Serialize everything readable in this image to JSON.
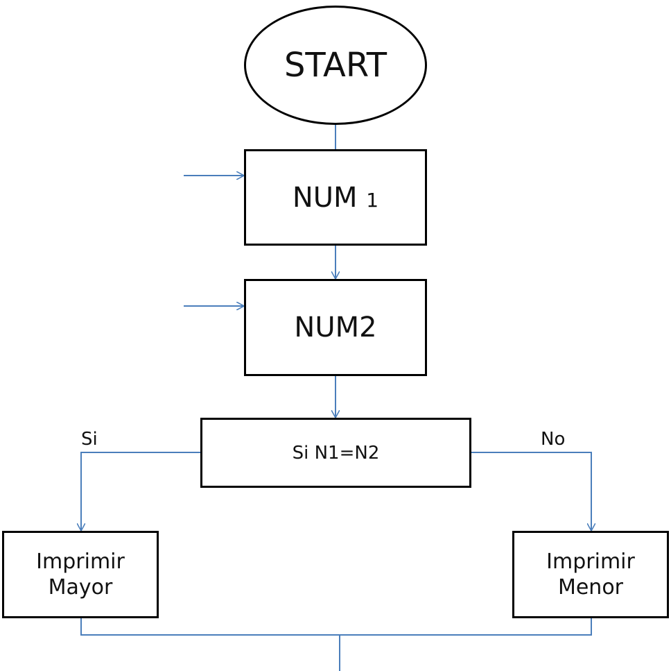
{
  "flowchart": {
    "start": {
      "label": "START"
    },
    "input1": {
      "label": "NUM",
      "suffix": "1"
    },
    "input2": {
      "label": "NUM2"
    },
    "decision": {
      "label": "Si N1=N2"
    },
    "yes_branch": {
      "label": "Si"
    },
    "no_branch": {
      "label": "No"
    },
    "output_yes": {
      "line1": "Imprimir",
      "line2": "Mayor"
    },
    "output_no": {
      "line1": "Imprimir",
      "line2": "Menor"
    },
    "colors": {
      "connector": "#4a7ebb",
      "border": "#000000",
      "text": "#111111"
    }
  }
}
